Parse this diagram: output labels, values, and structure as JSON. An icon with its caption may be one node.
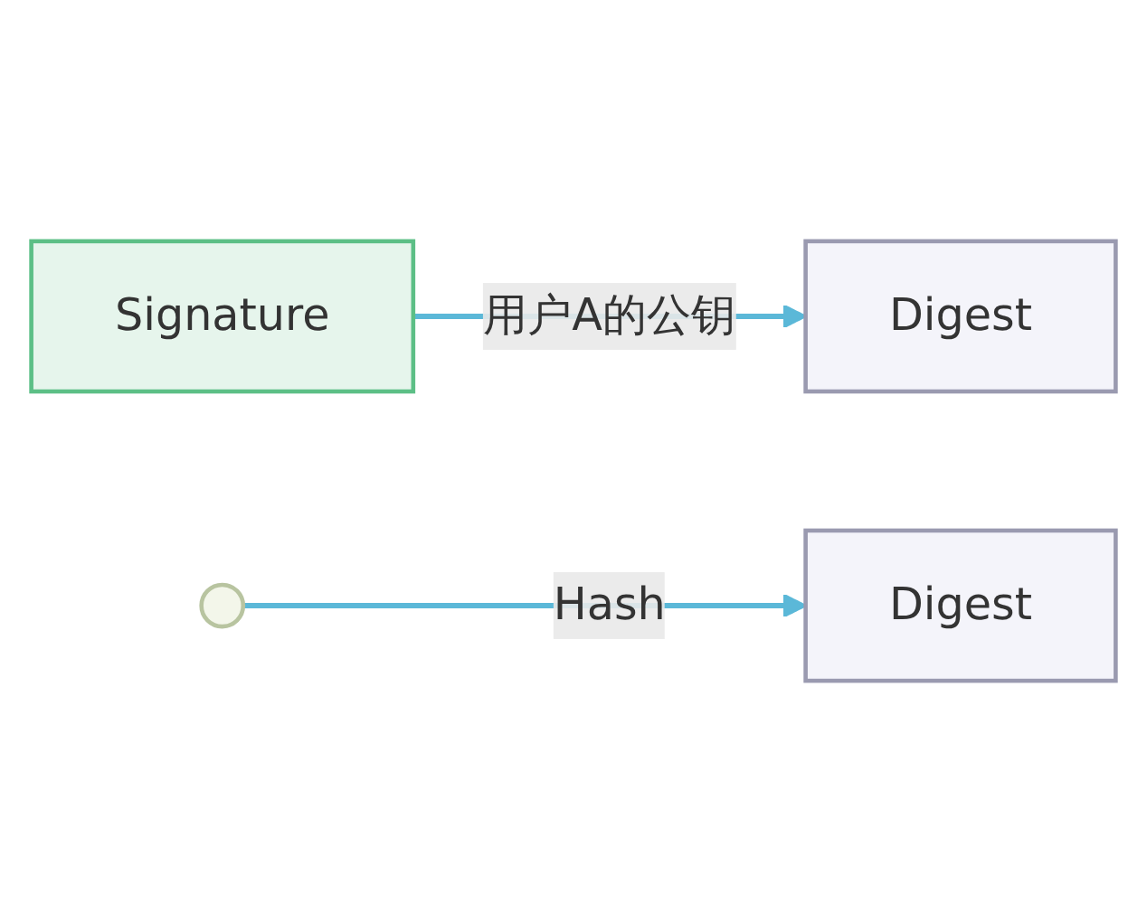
{
  "diagram": {
    "nodes": [
      {
        "text": [
          "Signature"
        ]
      },
      {
        "text": [
          "Digest"
        ]
      },
      {
        "text": [],
        "shape": "circle"
      },
      {
        "text": [
          "Digest"
        ]
      }
    ],
    "edges": [
      {
        "from": 0,
        "to": 1,
        "arrow": "to",
        "label": "用户A的公钥"
      },
      {
        "from": 2,
        "to": 3,
        "arrow": "to",
        "label": "Hash"
      }
    ]
  }
}
